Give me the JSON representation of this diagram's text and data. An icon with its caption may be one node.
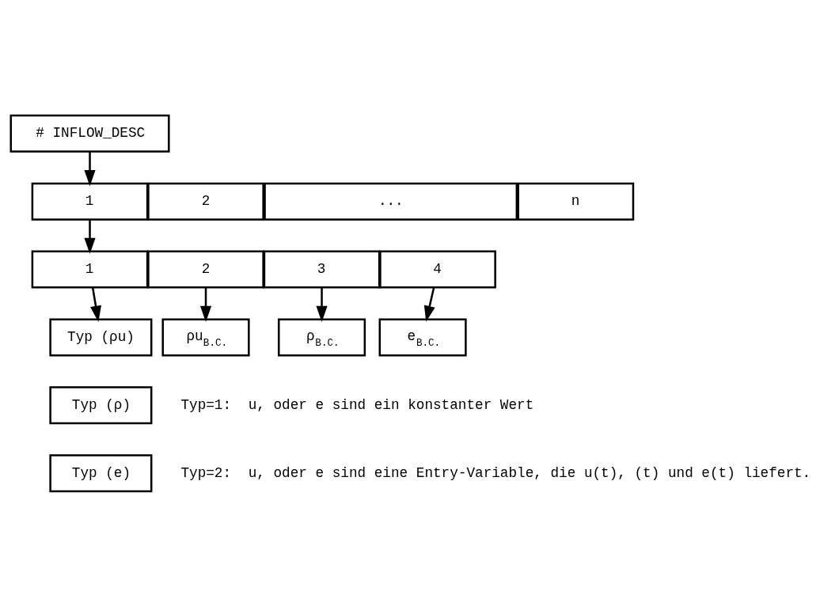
{
  "diagram": {
    "nodes": [
      {
        "text": [
          "# INFLOW_DESC"
        ]
      },
      {
        "text": [
          "1"
        ]
      },
      {
        "text": [
          "2"
        ]
      },
      {
        "text": [
          "..."
        ]
      },
      {
        "text": [
          "n"
        ]
      },
      {
        "text": [
          "1"
        ]
      },
      {
        "text": [
          "2"
        ]
      },
      {
        "text": [
          "3"
        ]
      },
      {
        "text": [
          "4"
        ]
      },
      {
        "text": [
          "Typ (ρu)"
        ]
      },
      {
        "text": [
          "Typ (ρ)"
        ]
      },
      {
        "text": [
          "Typ (e)"
        ]
      },
      {
        "text": [
          "ρu$_{B.C.}$"
        ]
      },
      {
        "text": [
          "ρ$_{B.C.}$"
        ]
      },
      {
        "text": [
          "e$_{B.C.}$"
        ]
      }
    ],
    "edges": [
      {
        "from": 0,
        "to": 1,
        "arrow": "to"
      },
      {
        "from": 1,
        "to": 5,
        "arrow": "to"
      },
      {
        "from": 5,
        "to": 9,
        "arrow": "to"
      },
      {
        "from": 6,
        "to": 12,
        "arrow": "to"
      },
      {
        "from": 7,
        "to": 13,
        "arrow": "to"
      },
      {
        "from": 8,
        "to": 14,
        "arrow": "to"
      }
    ],
    "labels": [
      "Typ=1:",
      "u, oder e sind ein konstanter Wert",
      "Typ=2:",
      "u, oder e sind eine Entry-Variable, die u(t), (t) und e(t) liefert."
    ]
  }
}
